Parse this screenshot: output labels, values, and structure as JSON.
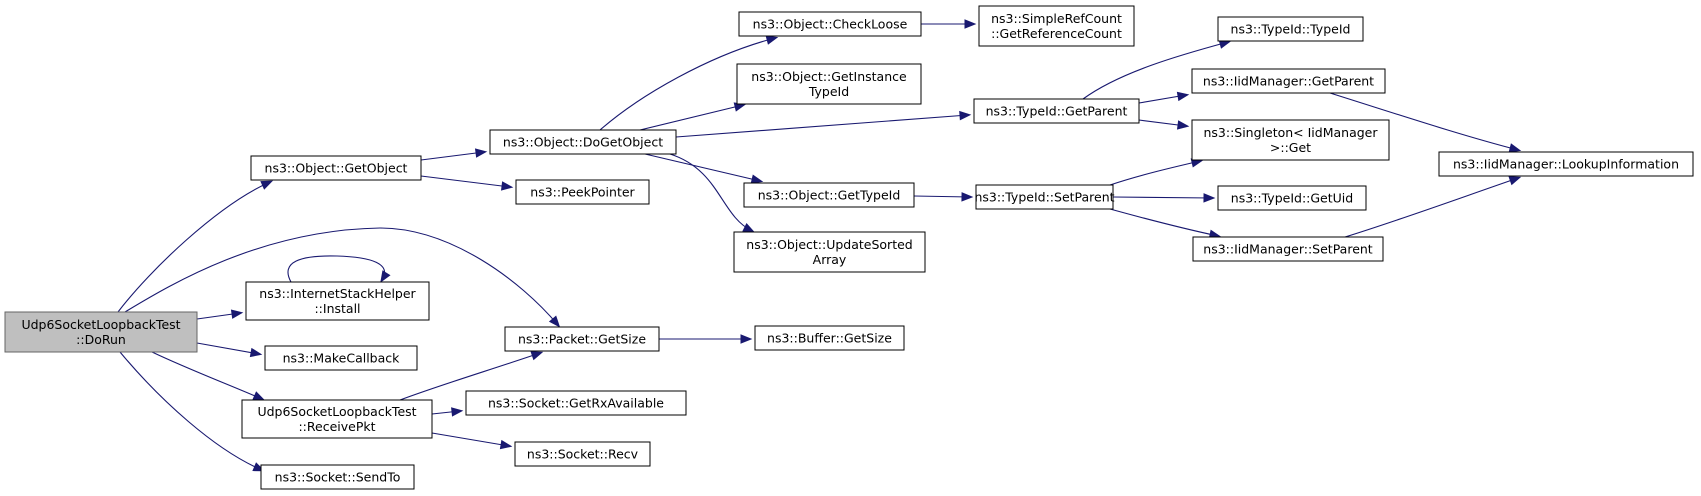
{
  "nodes": [
    {
      "id": "root",
      "root": true,
      "lines": [
        "Udp6SocketLoopbackTest",
        "::DoRun"
      ]
    },
    {
      "id": "getobject",
      "lines": [
        "ns3::Object::GetObject"
      ]
    },
    {
      "id": "install",
      "lines": [
        "ns3::InternetStackHelper",
        "::Install"
      ]
    },
    {
      "id": "makecallback",
      "lines": [
        "ns3::MakeCallback"
      ]
    },
    {
      "id": "receivepkt",
      "lines": [
        "Udp6SocketLoopbackTest",
        "::ReceivePkt"
      ]
    },
    {
      "id": "sendto",
      "lines": [
        "ns3::Socket::SendTo"
      ]
    },
    {
      "id": "dogetobject",
      "lines": [
        "ns3::Object::DoGetObject"
      ]
    },
    {
      "id": "peekpointer",
      "lines": [
        "ns3::PeekPointer"
      ]
    },
    {
      "id": "packetgetsize",
      "lines": [
        "ns3::Packet::GetSize"
      ]
    },
    {
      "id": "getrxavailable",
      "lines": [
        "ns3::Socket::GetRxAvailable"
      ]
    },
    {
      "id": "recv",
      "lines": [
        "ns3::Socket::Recv"
      ]
    },
    {
      "id": "checkloose",
      "lines": [
        "ns3::Object::CheckLoose"
      ]
    },
    {
      "id": "getinstancetypeid",
      "lines": [
        "ns3::Object::GetInstance",
        "TypeId"
      ]
    },
    {
      "id": "gettypeid",
      "lines": [
        "ns3::Object::GetTypeId"
      ]
    },
    {
      "id": "updatesortedarray",
      "lines": [
        "ns3::Object::UpdateSorted",
        "Array"
      ]
    },
    {
      "id": "buffergetsize",
      "lines": [
        "ns3::Buffer::GetSize"
      ]
    },
    {
      "id": "getreferencecount",
      "lines": [
        "ns3::SimpleRefCount",
        "::GetReferenceCount"
      ]
    },
    {
      "id": "typeidgetparent",
      "lines": [
        "ns3::TypeId::GetParent"
      ]
    },
    {
      "id": "typeidsetparent",
      "lines": [
        "ns3::TypeId::SetParent"
      ]
    },
    {
      "id": "typeidtypeid",
      "lines": [
        "ns3::TypeId::TypeId"
      ]
    },
    {
      "id": "iidgetparent",
      "lines": [
        "ns3::IidManager::GetParent"
      ]
    },
    {
      "id": "singletonget",
      "lines": [
        "ns3::Singleton< IidManager",
        ">::Get"
      ]
    },
    {
      "id": "getuid",
      "lines": [
        "ns3::TypeId::GetUid"
      ]
    },
    {
      "id": "iidsetparent",
      "lines": [
        "ns3::IidManager::SetParent"
      ]
    },
    {
      "id": "lookupinformation",
      "lines": [
        "ns3::IidManager::LookupInformation"
      ]
    }
  ],
  "edges": [
    {
      "from": "root",
      "to": "getobject"
    },
    {
      "from": "root",
      "to": "packetgetsize"
    },
    {
      "from": "root",
      "to": "install"
    },
    {
      "from": "root",
      "to": "makecallback"
    },
    {
      "from": "root",
      "to": "receivepkt"
    },
    {
      "from": "root",
      "to": "sendto"
    },
    {
      "from": "getobject",
      "to": "dogetobject"
    },
    {
      "from": "getobject",
      "to": "peekpointer"
    },
    {
      "from": "install",
      "to": "install"
    },
    {
      "from": "receivepkt",
      "to": "packetgetsize"
    },
    {
      "from": "receivepkt",
      "to": "getrxavailable"
    },
    {
      "from": "receivepkt",
      "to": "recv"
    },
    {
      "from": "dogetobject",
      "to": "checkloose"
    },
    {
      "from": "dogetobject",
      "to": "getinstancetypeid"
    },
    {
      "from": "dogetobject",
      "to": "typeidgetparent"
    },
    {
      "from": "dogetobject",
      "to": "gettypeid"
    },
    {
      "from": "dogetobject",
      "to": "updatesortedarray"
    },
    {
      "from": "packetgetsize",
      "to": "buffergetsize"
    },
    {
      "from": "checkloose",
      "to": "getreferencecount"
    },
    {
      "from": "gettypeid",
      "to": "typeidsetparent"
    },
    {
      "from": "typeidgetparent",
      "to": "typeidtypeid"
    },
    {
      "from": "typeidgetparent",
      "to": "iidgetparent"
    },
    {
      "from": "typeidgetparent",
      "to": "singletonget"
    },
    {
      "from": "typeidsetparent",
      "to": "singletonget"
    },
    {
      "from": "typeidsetparent",
      "to": "getuid"
    },
    {
      "from": "typeidsetparent",
      "to": "iidsetparent"
    },
    {
      "from": "iidgetparent",
      "to": "lookupinformation"
    },
    {
      "from": "iidsetparent",
      "to": "lookupinformation"
    }
  ]
}
